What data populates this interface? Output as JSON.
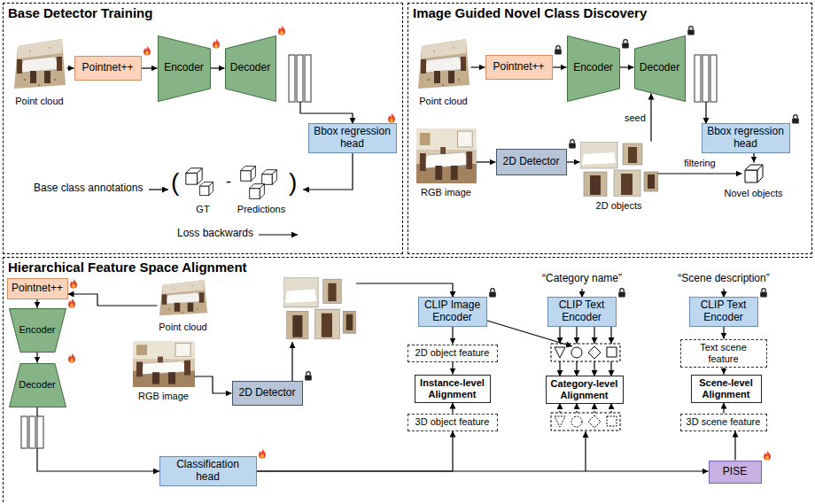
{
  "diagram": {
    "nodes": [
      {
        "text": [
          "Base Detector Training"
        ]
      },
      {
        "text": [
          "Point cloud"
        ],
        "in": 0
      },
      {
        "text": [
          "Pointnet++"
        ],
        "in": 0
      },
      {
        "text": [
          "Encoder"
        ],
        "in": 0
      },
      {
        "text": [
          "Decoder"
        ],
        "in": 0
      },
      {
        "text": [
          "Bbox regression head"
        ],
        "in": 0
      },
      {
        "text": [
          "Image Guided Novel Class Discovery"
        ]
      },
      {
        "text": [
          "Point cloud"
        ],
        "in": 6
      },
      {
        "text": [
          "Pointnet++"
        ],
        "in": 6
      },
      {
        "text": [
          "Encoder"
        ],
        "in": 6
      },
      {
        "text": [
          "Decoder"
        ],
        "in": 6
      },
      {
        "text": [
          "Bbox regression head"
        ],
        "in": 6
      },
      {
        "text": [
          "RGB image"
        ],
        "in": 6
      },
      {
        "text": [
          "2D Detector"
        ],
        "in": 6
      },
      {
        "text": [
          "2D objects"
        ],
        "in": 6
      },
      {
        "text": [
          "Novel objects"
        ],
        "in": 6
      },
      {
        "text": [
          "Hierarchical Feature Space Alignment"
        ]
      },
      {
        "text": [
          "Pointnet++"
        ],
        "in": 16
      },
      {
        "text": [
          "Encoder"
        ],
        "in": 16
      },
      {
        "text": [
          "Decoder"
        ],
        "in": 16
      },
      {
        "text": [
          "Point cloud"
        ],
        "in": 16
      },
      {
        "text": [
          "RGB image"
        ],
        "in": 16
      },
      {
        "text": [
          "2D Detector"
        ],
        "in": 16
      },
      {
        "text": [
          "CLIP Image Encoder"
        ],
        "in": 16
      },
      {
        "text": [
          "CLIP Text Encoder"
        ],
        "in": 16
      },
      {
        "text": [
          "CLIP Text Encoder"
        ],
        "in": 16
      },
      {
        "text": [
          "2D object feature"
        ],
        "in": 16
      },
      {
        "text": [
          "Text scene feature"
        ],
        "in": 16
      },
      {
        "text": [
          "Instance-level Alignment"
        ],
        "in": 16
      },
      {
        "text": [
          "Category-level Alignment"
        ],
        "in": 16
      },
      {
        "text": [
          "Scene-level Alignment"
        ],
        "in": 16
      },
      {
        "text": [
          "3D object feature"
        ],
        "in": 16
      },
      {
        "text": [
          "3D scene feature"
        ],
        "in": 16
      },
      {
        "text": [
          "Classification head"
        ],
        "in": 16
      },
      {
        "text": [
          "PISE"
        ],
        "in": 16
      }
    ],
    "edges": [
      {
        "from": 1,
        "to": 2,
        "arrow": "to"
      },
      {
        "from": 2,
        "to": 3,
        "arrow": "to"
      },
      {
        "from": 3,
        "to": 4,
        "arrow": "to"
      },
      {
        "from": 7,
        "to": 8,
        "arrow": "to"
      },
      {
        "from": 8,
        "to": 9,
        "arrow": "to"
      },
      {
        "from": 9,
        "to": 10,
        "arrow": "to"
      },
      {
        "from": 12,
        "to": 13,
        "arrow": "to"
      },
      {
        "from": 13,
        "to": 14,
        "arrow": "to"
      },
      {
        "from": 14,
        "to": 10,
        "label": "seed",
        "arrow": "to"
      },
      {
        "from": 14,
        "to": 15,
        "label": "filtering",
        "arrow": "to"
      },
      {
        "from": 11,
        "to": 15,
        "arrow": "to"
      },
      {
        "from": 20,
        "to": 17,
        "arrow": "to"
      },
      {
        "from": 17,
        "to": 18,
        "arrow": "to"
      },
      {
        "from": 18,
        "to": 19,
        "arrow": "to"
      },
      {
        "from": 21,
        "to": 22,
        "arrow": "to"
      },
      {
        "from": 23,
        "to": 26,
        "arrow": "to"
      },
      {
        "from": 26,
        "to": 28,
        "arrow": "to"
      },
      {
        "from": 31,
        "to": 28,
        "arrow": "to"
      },
      {
        "from": 25,
        "to": 27,
        "arrow": "to"
      },
      {
        "from": 27,
        "to": 30,
        "arrow": "to"
      },
      {
        "from": 32,
        "to": 30,
        "arrow": "to"
      },
      {
        "from": 33,
        "to": 31,
        "arrow": "to"
      },
      {
        "from": 33,
        "to": 34,
        "arrow": "to"
      },
      {
        "from": 34,
        "to": 32,
        "arrow": "to"
      }
    ],
    "labels": [
      "Base class annotations",
      "(",
      "GT",
      "-",
      "Predictions",
      ")",
      "Loss backwards",
      "“Category name”",
      "“Scene description”"
    ]
  }
}
